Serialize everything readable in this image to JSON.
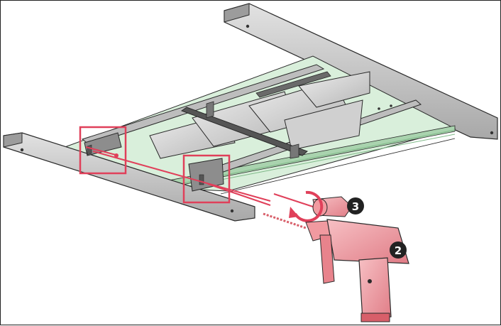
{
  "title": "",
  "colors": {
    "frame_gray": "#c9c9c9",
    "frame_dark": "#8d8d8d",
    "outline": "#2a2a2a",
    "glass_green": "#d9efdb",
    "glass_green_dark": "#a9d3ae",
    "panel_gray": "#bdbdbd",
    "panel_light": "#e4e4e4",
    "highlight_red": "#e0405a",
    "tool_pink": "#f19aa0",
    "tool_pink_dark": "#d85f6a",
    "badge_dark": "#222222"
  },
  "callouts": [
    {
      "id": "callout-left-bracket",
      "shape": "rectangle"
    },
    {
      "id": "callout-right-bracket",
      "shape": "rectangle"
    }
  ],
  "steps": {
    "drill_step": "2",
    "screwdriver_step": "3"
  },
  "icons": {
    "drill": "power-drill-icon",
    "screwdriver": "screwdriver-icon",
    "rotation": "rotate-arrow-icon"
  }
}
